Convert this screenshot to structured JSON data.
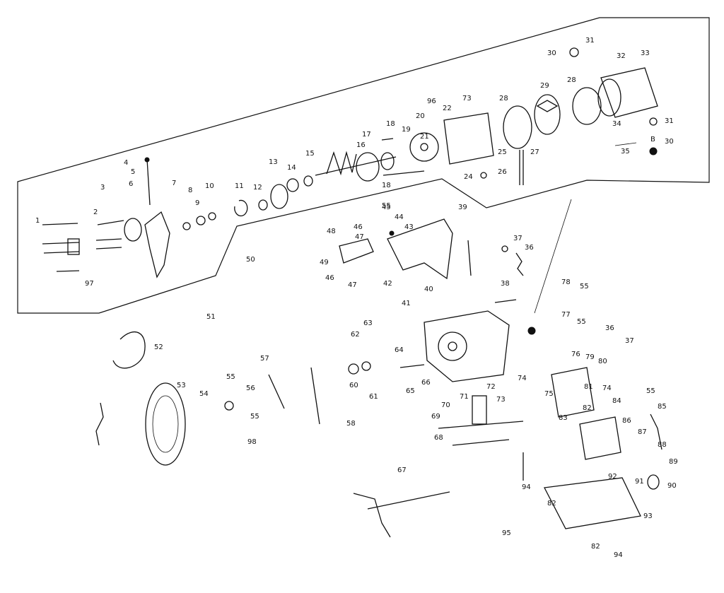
{
  "labels": [
    {
      "id": "1",
      "t": "1"
    },
    {
      "id": "2",
      "t": "2"
    },
    {
      "id": "3",
      "t": "3"
    },
    {
      "id": "4",
      "t": "4"
    },
    {
      "id": "5",
      "t": "5"
    },
    {
      "id": "6",
      "t": "6"
    },
    {
      "id": "7",
      "t": "7"
    },
    {
      "id": "8",
      "t": "8"
    },
    {
      "id": "9",
      "t": "9"
    },
    {
      "id": "10",
      "t": "10"
    },
    {
      "id": "11",
      "t": "11"
    },
    {
      "id": "12",
      "t": "12"
    },
    {
      "id": "13",
      "t": "13"
    },
    {
      "id": "14",
      "t": "14"
    },
    {
      "id": "15",
      "t": "15"
    },
    {
      "id": "16",
      "t": "16"
    },
    {
      "id": "17",
      "t": "17"
    },
    {
      "id": "18a",
      "t": "18"
    },
    {
      "id": "18b",
      "t": "18"
    },
    {
      "id": "19",
      "t": "19"
    },
    {
      "id": "20",
      "t": "20"
    },
    {
      "id": "21",
      "t": "21"
    },
    {
      "id": "22",
      "t": "22"
    },
    {
      "id": "24",
      "t": "24"
    },
    {
      "id": "25",
      "t": "25"
    },
    {
      "id": "26",
      "t": "26"
    },
    {
      "id": "27",
      "t": "27"
    },
    {
      "id": "28a",
      "t": "28"
    },
    {
      "id": "28b",
      "t": "28"
    },
    {
      "id": "29",
      "t": "29"
    },
    {
      "id": "30a",
      "t": "30"
    },
    {
      "id": "30b",
      "t": "30"
    },
    {
      "id": "31a",
      "t": "31"
    },
    {
      "id": "31b",
      "t": "31"
    },
    {
      "id": "32",
      "t": "32"
    },
    {
      "id": "33",
      "t": "33"
    },
    {
      "id": "34",
      "t": "34"
    },
    {
      "id": "35",
      "t": "35"
    },
    {
      "id": "36a",
      "t": "36"
    },
    {
      "id": "36b",
      "t": "36"
    },
    {
      "id": "37a",
      "t": "37"
    },
    {
      "id": "37b",
      "t": "37"
    },
    {
      "id": "38",
      "t": "38"
    },
    {
      "id": "39",
      "t": "39"
    },
    {
      "id": "40",
      "t": "40"
    },
    {
      "id": "41",
      "t": "41"
    },
    {
      "id": "42",
      "t": "42"
    },
    {
      "id": "43",
      "t": "43"
    },
    {
      "id": "44",
      "t": "44"
    },
    {
      "id": "45",
      "t": "45"
    },
    {
      "id": "46a",
      "t": "46"
    },
    {
      "id": "46b",
      "t": "46"
    },
    {
      "id": "47a",
      "t": "47"
    },
    {
      "id": "47b",
      "t": "47"
    },
    {
      "id": "48",
      "t": "48"
    },
    {
      "id": "49",
      "t": "49"
    },
    {
      "id": "50",
      "t": "50"
    },
    {
      "id": "51",
      "t": "51"
    },
    {
      "id": "52",
      "t": "52"
    },
    {
      "id": "53",
      "t": "53"
    },
    {
      "id": "54",
      "t": "54"
    },
    {
      "id": "55a",
      "t": "55"
    },
    {
      "id": "55b",
      "t": "55"
    },
    {
      "id": "55c",
      "t": "55"
    },
    {
      "id": "55d",
      "t": "55"
    },
    {
      "id": "55e",
      "t": "55"
    },
    {
      "id": "55f",
      "t": "55"
    },
    {
      "id": "56",
      "t": "56"
    },
    {
      "id": "57",
      "t": "57"
    },
    {
      "id": "58",
      "t": "58"
    },
    {
      "id": "60",
      "t": "60"
    },
    {
      "id": "61",
      "t": "61"
    },
    {
      "id": "62",
      "t": "62"
    },
    {
      "id": "63",
      "t": "63"
    },
    {
      "id": "64",
      "t": "64"
    },
    {
      "id": "65",
      "t": "65"
    },
    {
      "id": "66",
      "t": "66"
    },
    {
      "id": "67",
      "t": "67"
    },
    {
      "id": "68",
      "t": "68"
    },
    {
      "id": "69",
      "t": "69"
    },
    {
      "id": "70",
      "t": "70"
    },
    {
      "id": "71",
      "t": "71"
    },
    {
      "id": "72",
      "t": "72"
    },
    {
      "id": "73a",
      "t": "73"
    },
    {
      "id": "73b",
      "t": "73"
    },
    {
      "id": "74a",
      "t": "74"
    },
    {
      "id": "74b",
      "t": "74"
    },
    {
      "id": "75",
      "t": "75"
    },
    {
      "id": "76",
      "t": "76"
    },
    {
      "id": "77",
      "t": "77"
    },
    {
      "id": "78",
      "t": "78"
    },
    {
      "id": "79",
      "t": "79"
    },
    {
      "id": "80",
      "t": "80"
    },
    {
      "id": "81",
      "t": "81"
    },
    {
      "id": "82a",
      "t": "82"
    },
    {
      "id": "82b",
      "t": "82"
    },
    {
      "id": "82c",
      "t": "82"
    },
    {
      "id": "83",
      "t": "83"
    },
    {
      "id": "84",
      "t": "84"
    },
    {
      "id": "85",
      "t": "85"
    },
    {
      "id": "86",
      "t": "86"
    },
    {
      "id": "87",
      "t": "87"
    },
    {
      "id": "88",
      "t": "88"
    },
    {
      "id": "89",
      "t": "89"
    },
    {
      "id": "90",
      "t": "90"
    },
    {
      "id": "91",
      "t": "91"
    },
    {
      "id": "92",
      "t": "92"
    },
    {
      "id": "93",
      "t": "93"
    },
    {
      "id": "94a",
      "t": "94"
    },
    {
      "id": "94b",
      "t": "94"
    },
    {
      "id": "95",
      "t": "95"
    },
    {
      "id": "96",
      "t": "96"
    },
    {
      "id": "97",
      "t": "97"
    },
    {
      "id": "98",
      "t": "98"
    },
    {
      "id": "B",
      "t": "B"
    }
  ],
  "colors": {
    "ink": "#111111",
    "paper": "#ffffff"
  }
}
